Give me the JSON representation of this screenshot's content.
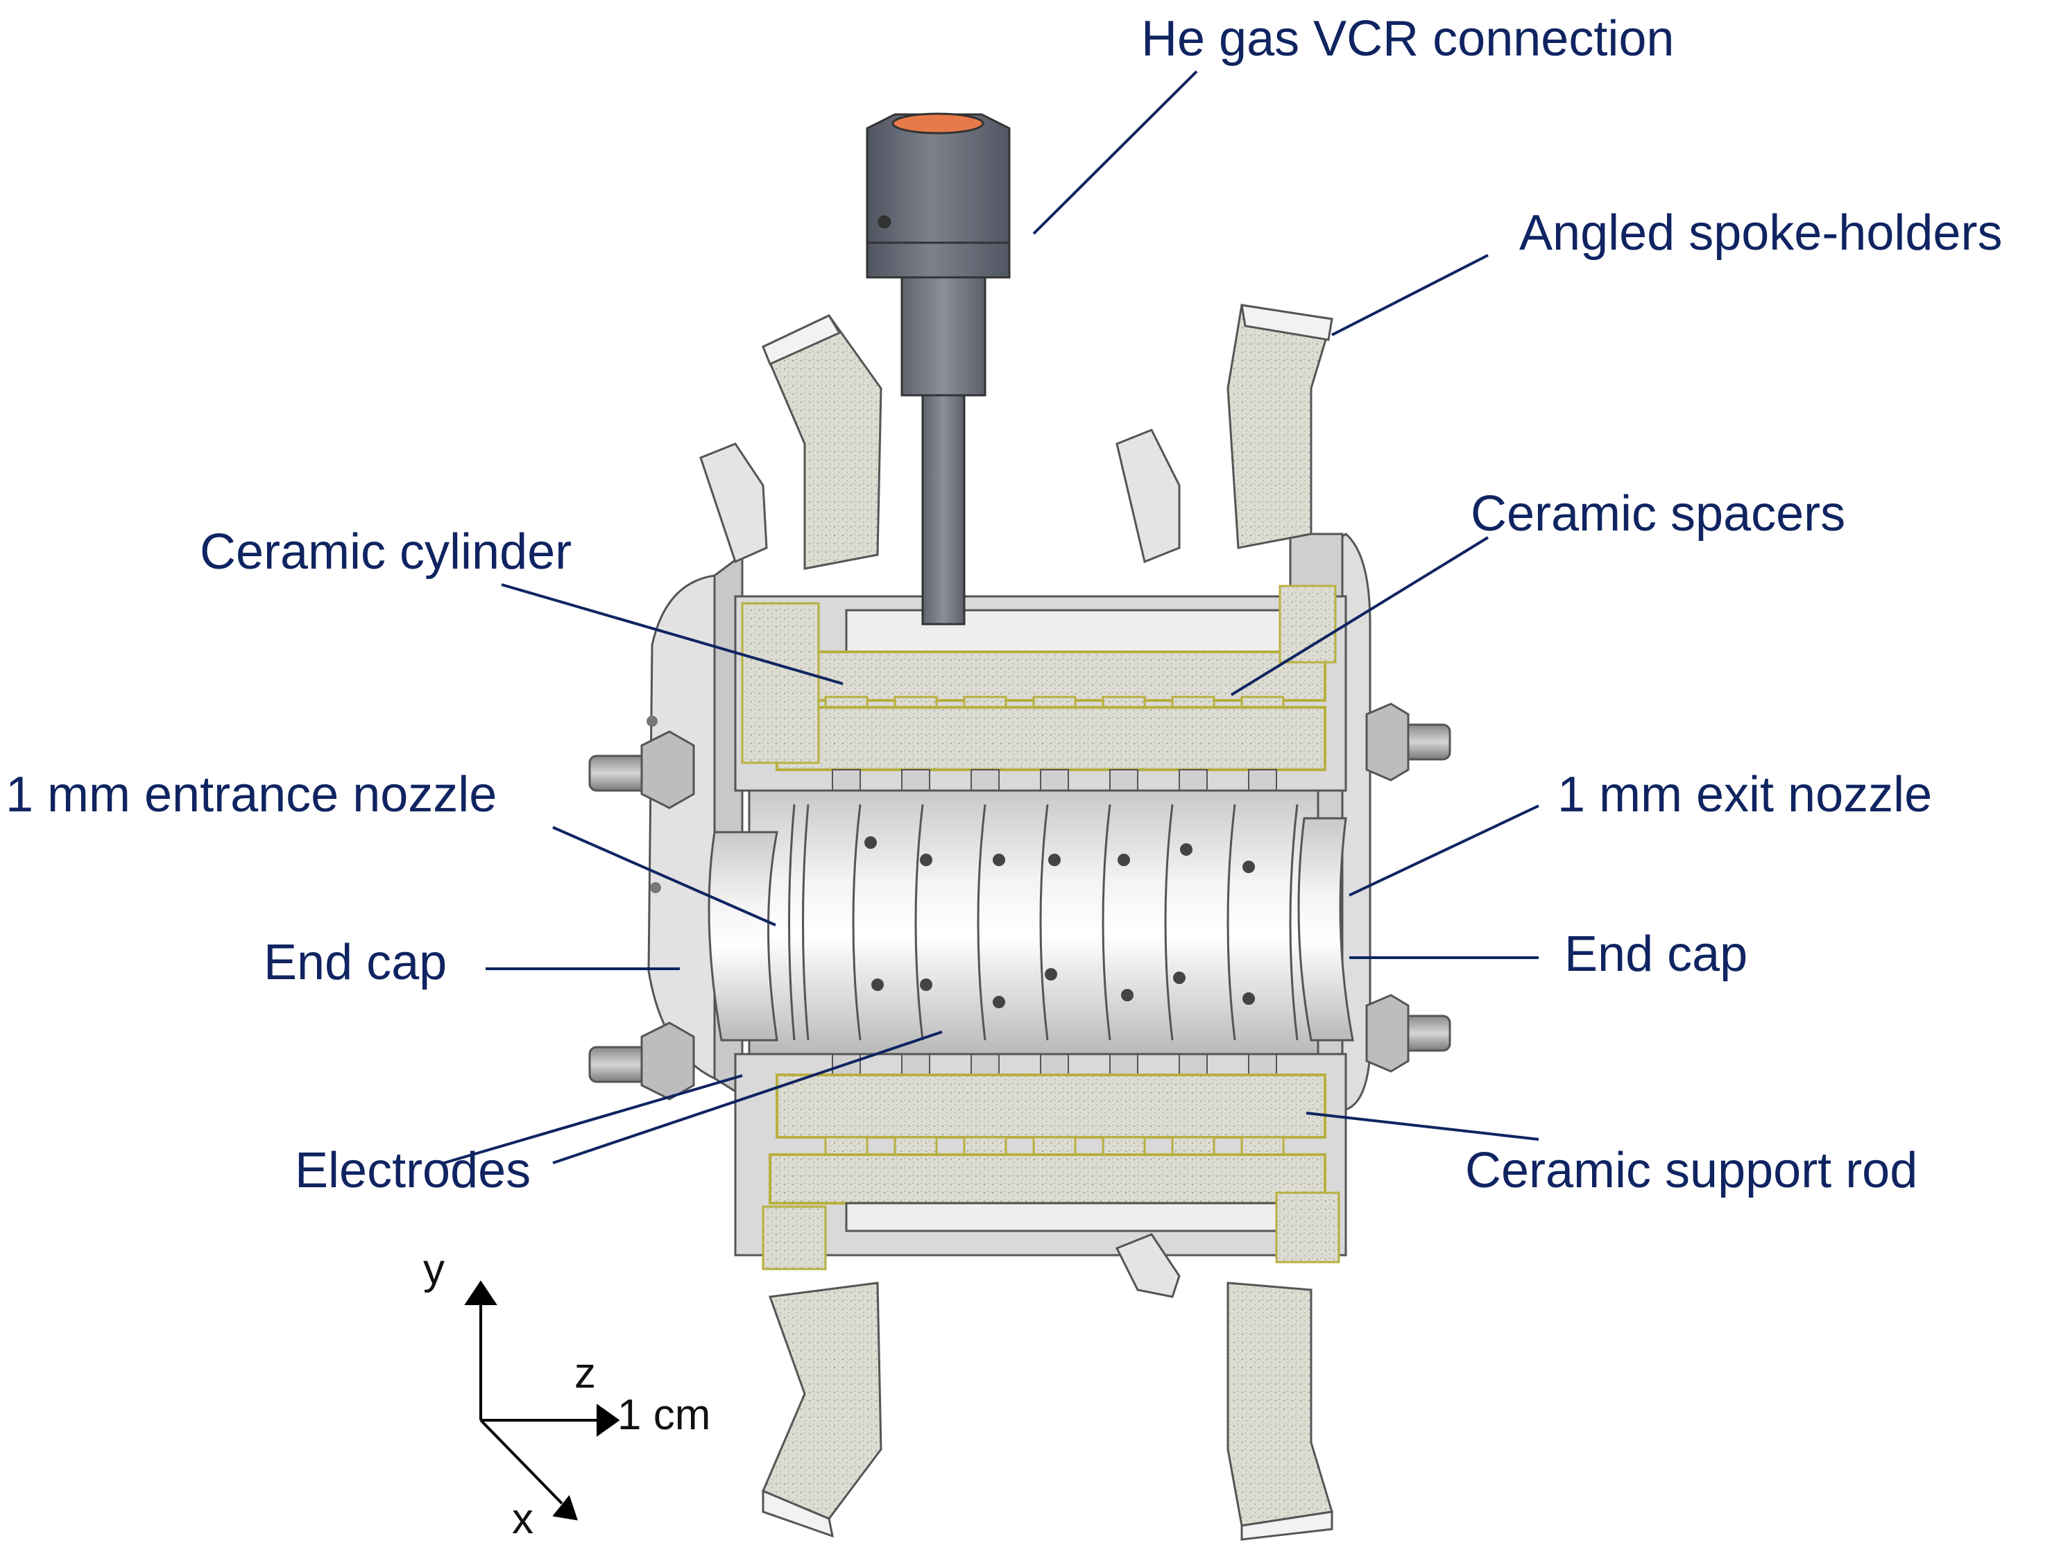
{
  "labels": {
    "he_gas": "He gas VCR connection",
    "spoke_holders": "Angled spoke-holders",
    "ceramic_spacers": "Ceramic spacers",
    "ceramic_cylinder": "Ceramic cylinder",
    "entrance_nozzle": "1 mm entrance nozzle",
    "exit_nozzle": "1 mm exit nozzle",
    "end_cap_left": "End cap",
    "end_cap_right": "End cap",
    "electrodes": "Electrodes",
    "support_rod": "Ceramic support rod"
  },
  "axes": {
    "y": "y",
    "z": "z",
    "x": "x",
    "scale": "1 cm"
  },
  "colors": {
    "label_text": "#0f2461",
    "leader": "#0f2461",
    "metal_light": "#eeeeee",
    "metal_mid": "#d4d4d4",
    "metal_dark": "#9a9a9a",
    "ceramic": "#dcdcd2",
    "ceramic_outline": "#b8b040",
    "fitting": "#6d7280",
    "copper": "#e87a4a"
  }
}
